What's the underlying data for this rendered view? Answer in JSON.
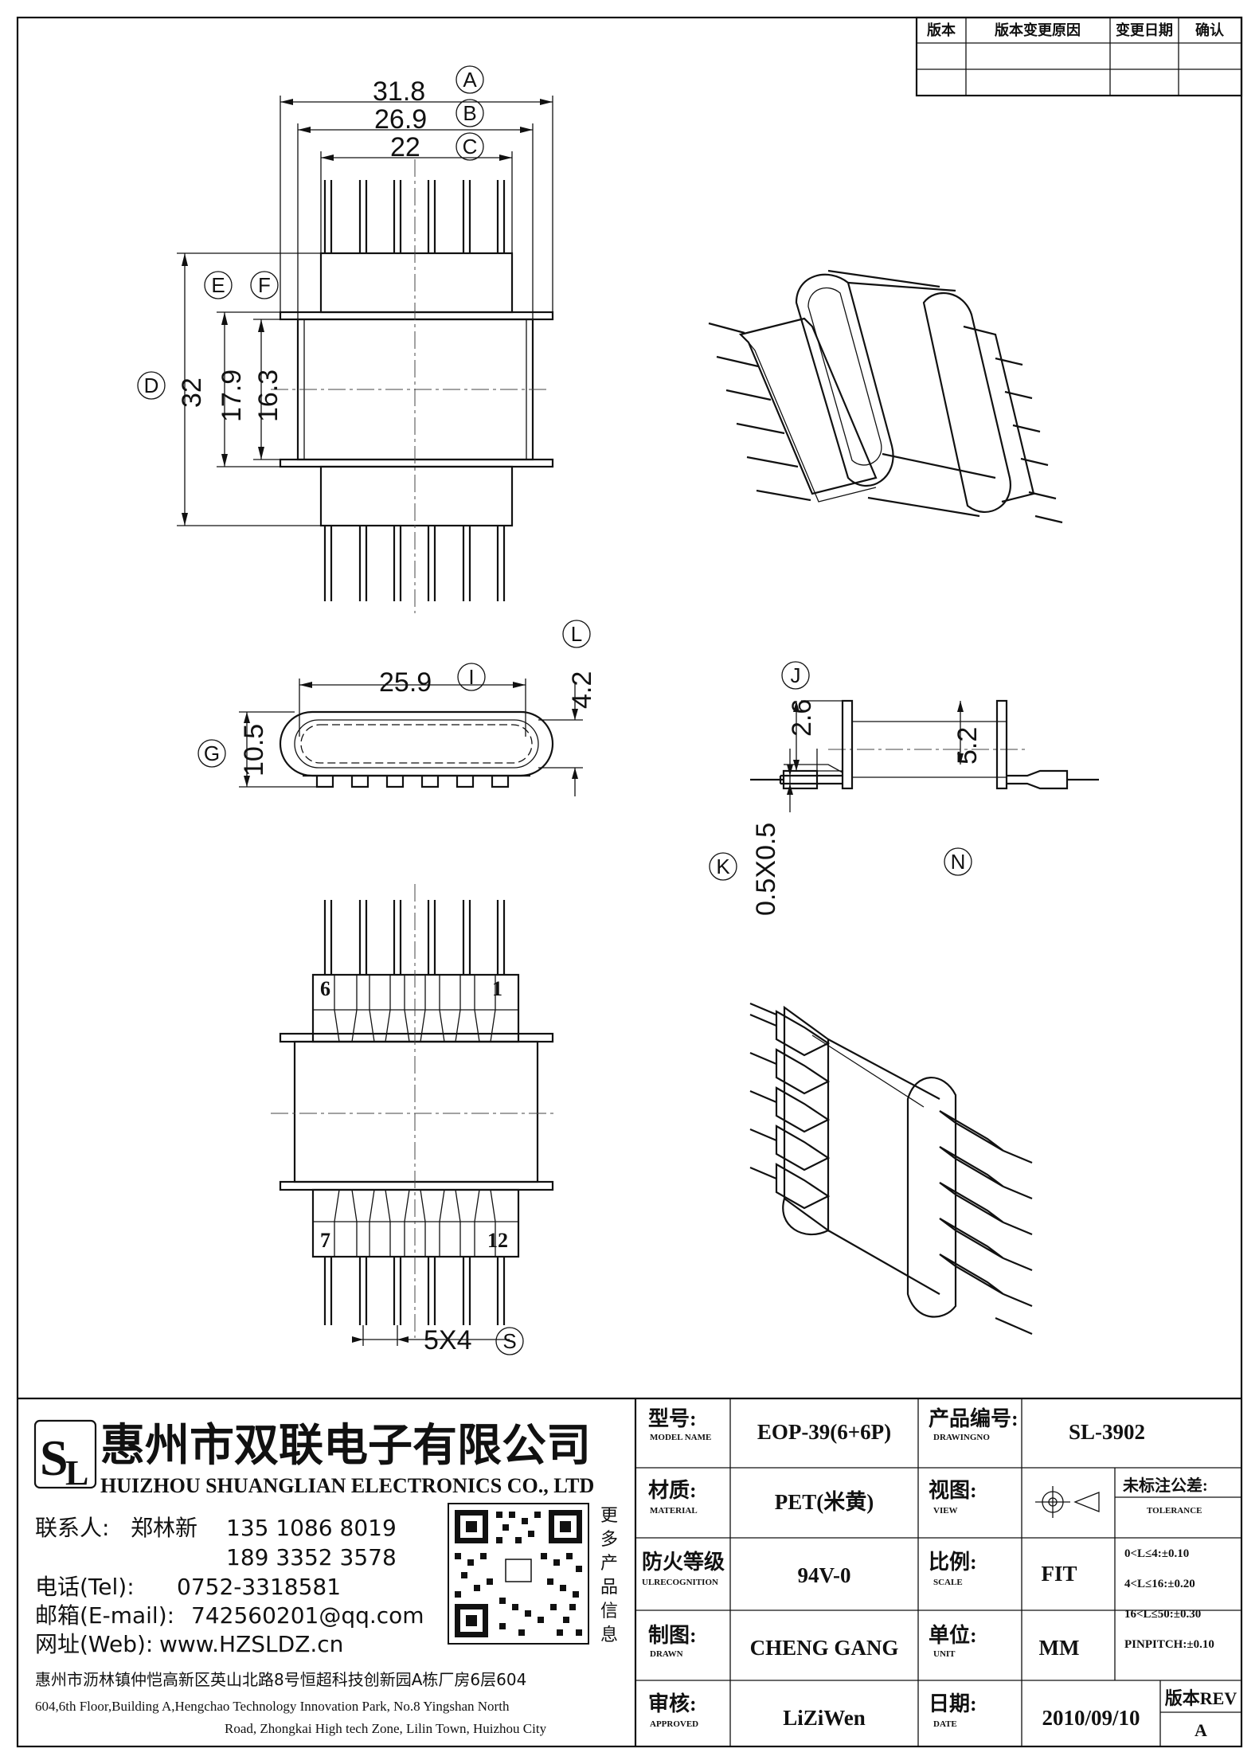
{
  "revision_table": {
    "headers": [
      "版本",
      "版本变更原因",
      "变更日期",
      "确认"
    ]
  },
  "dimensions": {
    "A": "31.8",
    "B": "26.9",
    "C": "22",
    "D": "32",
    "E": "17.9",
    "F": "16.3",
    "I": "25.9",
    "G": "10.5",
    "J": "4.2",
    "L": "2.6",
    "N": "5.2",
    "K": "0.5X0.5",
    "S": "5X4"
  },
  "callouts": [
    "A",
    "B",
    "C",
    "D",
    "E",
    "F",
    "G",
    "I",
    "J",
    "K",
    "L",
    "N",
    "S"
  ],
  "pin_numbers": {
    "top_left": "6",
    "top_right": "1",
    "bottom_left": "7",
    "bottom_right": "12"
  },
  "company": {
    "name_cn": "惠州市双联电子有限公司",
    "name_en": "HUIZHOU SHUANGLIAN ELECTRONICS CO., LTD",
    "contact_label": "联系人:",
    "contact_name": "郑林新",
    "phone1": "135 1086 8019",
    "phone2": "189 3352 3578",
    "tel_label": "电话(Tel):",
    "tel": "0752-3318581",
    "email_label": "邮箱(E-mail):",
    "email": "742560201@qq.com",
    "web_label": "网址(Web):",
    "web": "www.HZSLDZ.cn",
    "address_cn": "惠州市沥林镇仲恺高新区英山北路8号恒超科技创新园A栋厂房6层604",
    "address_en1": "604,6th Floor,Building A,Hengchao Technology Innovation Park, No.8 Yingshan North",
    "address_en2": "Road, Zhongkai High tech Zone, Lilin Town, Huizhou City",
    "more_info": [
      "更",
      "多",
      "产",
      "品",
      "信",
      "息"
    ]
  },
  "title_block": {
    "model_label": "型号:",
    "model_sub": "MODEL NAME",
    "model": "EOP-39(6+6P)",
    "drawing_label": "产品编号:",
    "drawing_sub": "DRAWINGNO",
    "drawing": "SL-3902",
    "material_label": "材质:",
    "material_sub": "MATERIAL",
    "material": "PET(米黄)",
    "view_label": "视图:",
    "view_sub": "VIEW",
    "tolerance_label": "未标注公差:",
    "tolerance_sub": "TOLERANCE",
    "tolerances": [
      "0<L≤4:±0.10",
      "4<L≤16:±0.20",
      "16<L≤50:±0.30",
      "PINPITCH:±0.10"
    ],
    "fire_label": "防火等级",
    "fire_sub": "ULRECOGNITION",
    "fire": "94V-0",
    "scale_label": "比例:",
    "scale_sub": "SCALE",
    "scale": "FIT",
    "drawn_label": "制图:",
    "drawn_sub": "DRAWN",
    "drawn": "CHENG GANG",
    "unit_label": "单位:",
    "unit_sub": "UNIT",
    "unit": "MM",
    "approved_label": "审核:",
    "approved_sub": "APPROVED",
    "approved": "LiZiWen",
    "date_label": "日期:",
    "date_sub": "DATE",
    "date": "2010/09/10",
    "rev_label": "版本REV",
    "rev": "A"
  }
}
